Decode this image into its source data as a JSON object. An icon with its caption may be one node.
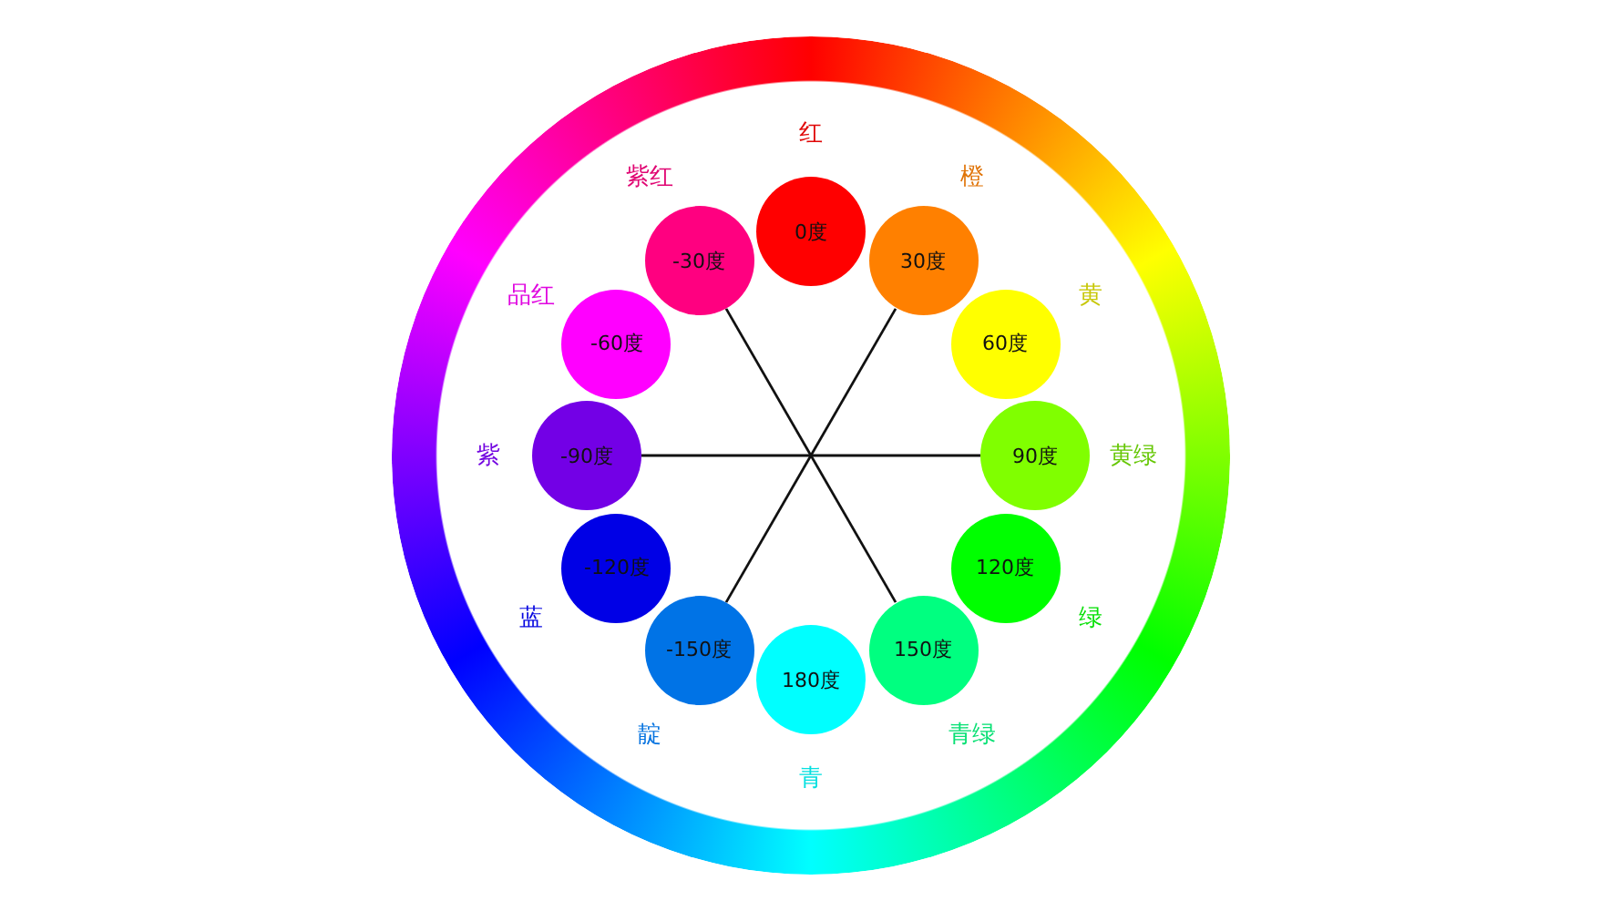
{
  "diagram": {
    "nodes": [
      {
        "text": [
          "0度"
        ],
        "beside": [
          "红"
        ]
      },
      {
        "text": [
          "30度"
        ],
        "beside": [
          "橙"
        ]
      },
      {
        "text": [
          "60度"
        ],
        "beside": [
          "黄"
        ]
      },
      {
        "text": [
          "90度"
        ],
        "beside": [
          "黄绿"
        ]
      },
      {
        "text": [
          "120度"
        ],
        "beside": [
          "绿"
        ]
      },
      {
        "text": [
          "150度"
        ],
        "beside": [
          "青绿"
        ]
      },
      {
        "text": [
          "180度"
        ],
        "beside": [
          "青"
        ]
      },
      {
        "text": [
          "-150度"
        ],
        "beside": [
          "靛"
        ]
      },
      {
        "text": [
          "-120度"
        ],
        "beside": [
          "蓝"
        ]
      },
      {
        "text": [
          "-90度"
        ],
        "beside": [
          "紫"
        ]
      },
      {
        "text": [
          "-60度"
        ],
        "beside": [
          "品红"
        ]
      },
      {
        "text": [
          "-30度"
        ],
        "beside": [
          "紫红"
        ]
      }
    ],
    "edges": [
      {
        "from": 1,
        "to": 7,
        "arrow": "none"
      },
      {
        "from": 3,
        "to": 9,
        "arrow": "none"
      },
      {
        "from": 11,
        "to": 5,
        "arrow": "none"
      }
    ]
  }
}
